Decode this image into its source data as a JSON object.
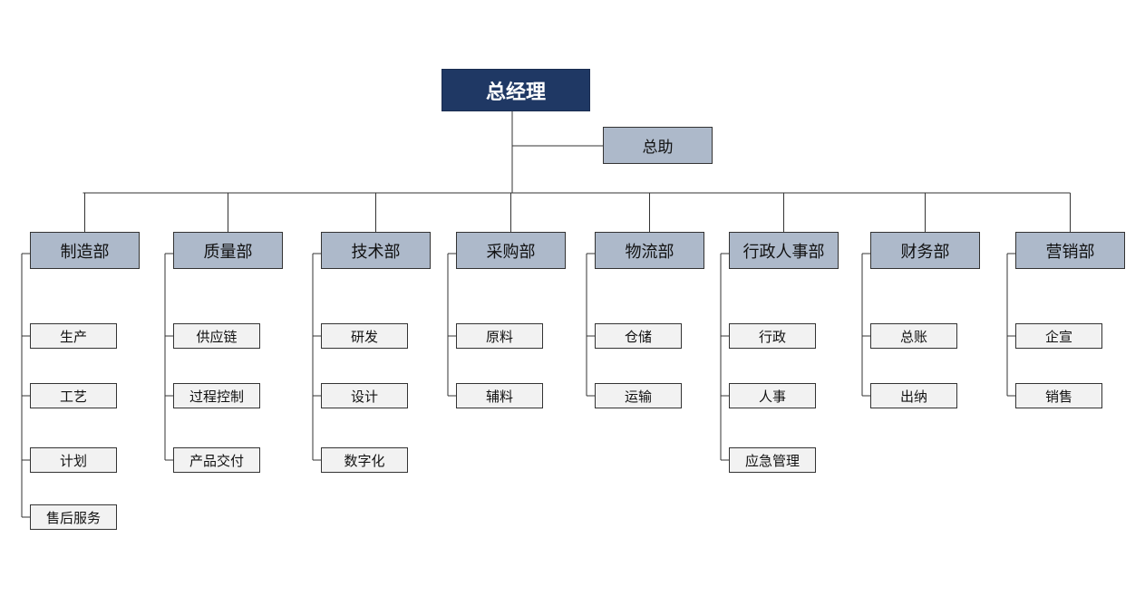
{
  "ceo": "总经理",
  "assistant": "总助",
  "departments": [
    {
      "name": "制造部",
      "subs": [
        "生产",
        "工艺",
        "计划",
        "售后服务"
      ]
    },
    {
      "name": "质量部",
      "subs": [
        "供应链",
        "过程控制",
        "产品交付"
      ]
    },
    {
      "name": "技术部",
      "subs": [
        "研发",
        "设计",
        "数字化"
      ]
    },
    {
      "name": "采购部",
      "subs": [
        "原料",
        "辅料"
      ]
    },
    {
      "name": "物流部",
      "subs": [
        "仓储",
        "运输"
      ]
    },
    {
      "name": "行政人事部",
      "subs": [
        "行政",
        "人事",
        "应急管理"
      ]
    },
    {
      "name": "财务部",
      "subs": [
        "总账",
        "出纳"
      ]
    },
    {
      "name": "营销部",
      "subs": [
        "企宣",
        "销售"
      ]
    }
  ],
  "colors": {
    "ceo_fill": "#1f3864",
    "dept_fill": "#adb9ca",
    "sub_fill": "#f2f2f2",
    "line": "#333333"
  }
}
